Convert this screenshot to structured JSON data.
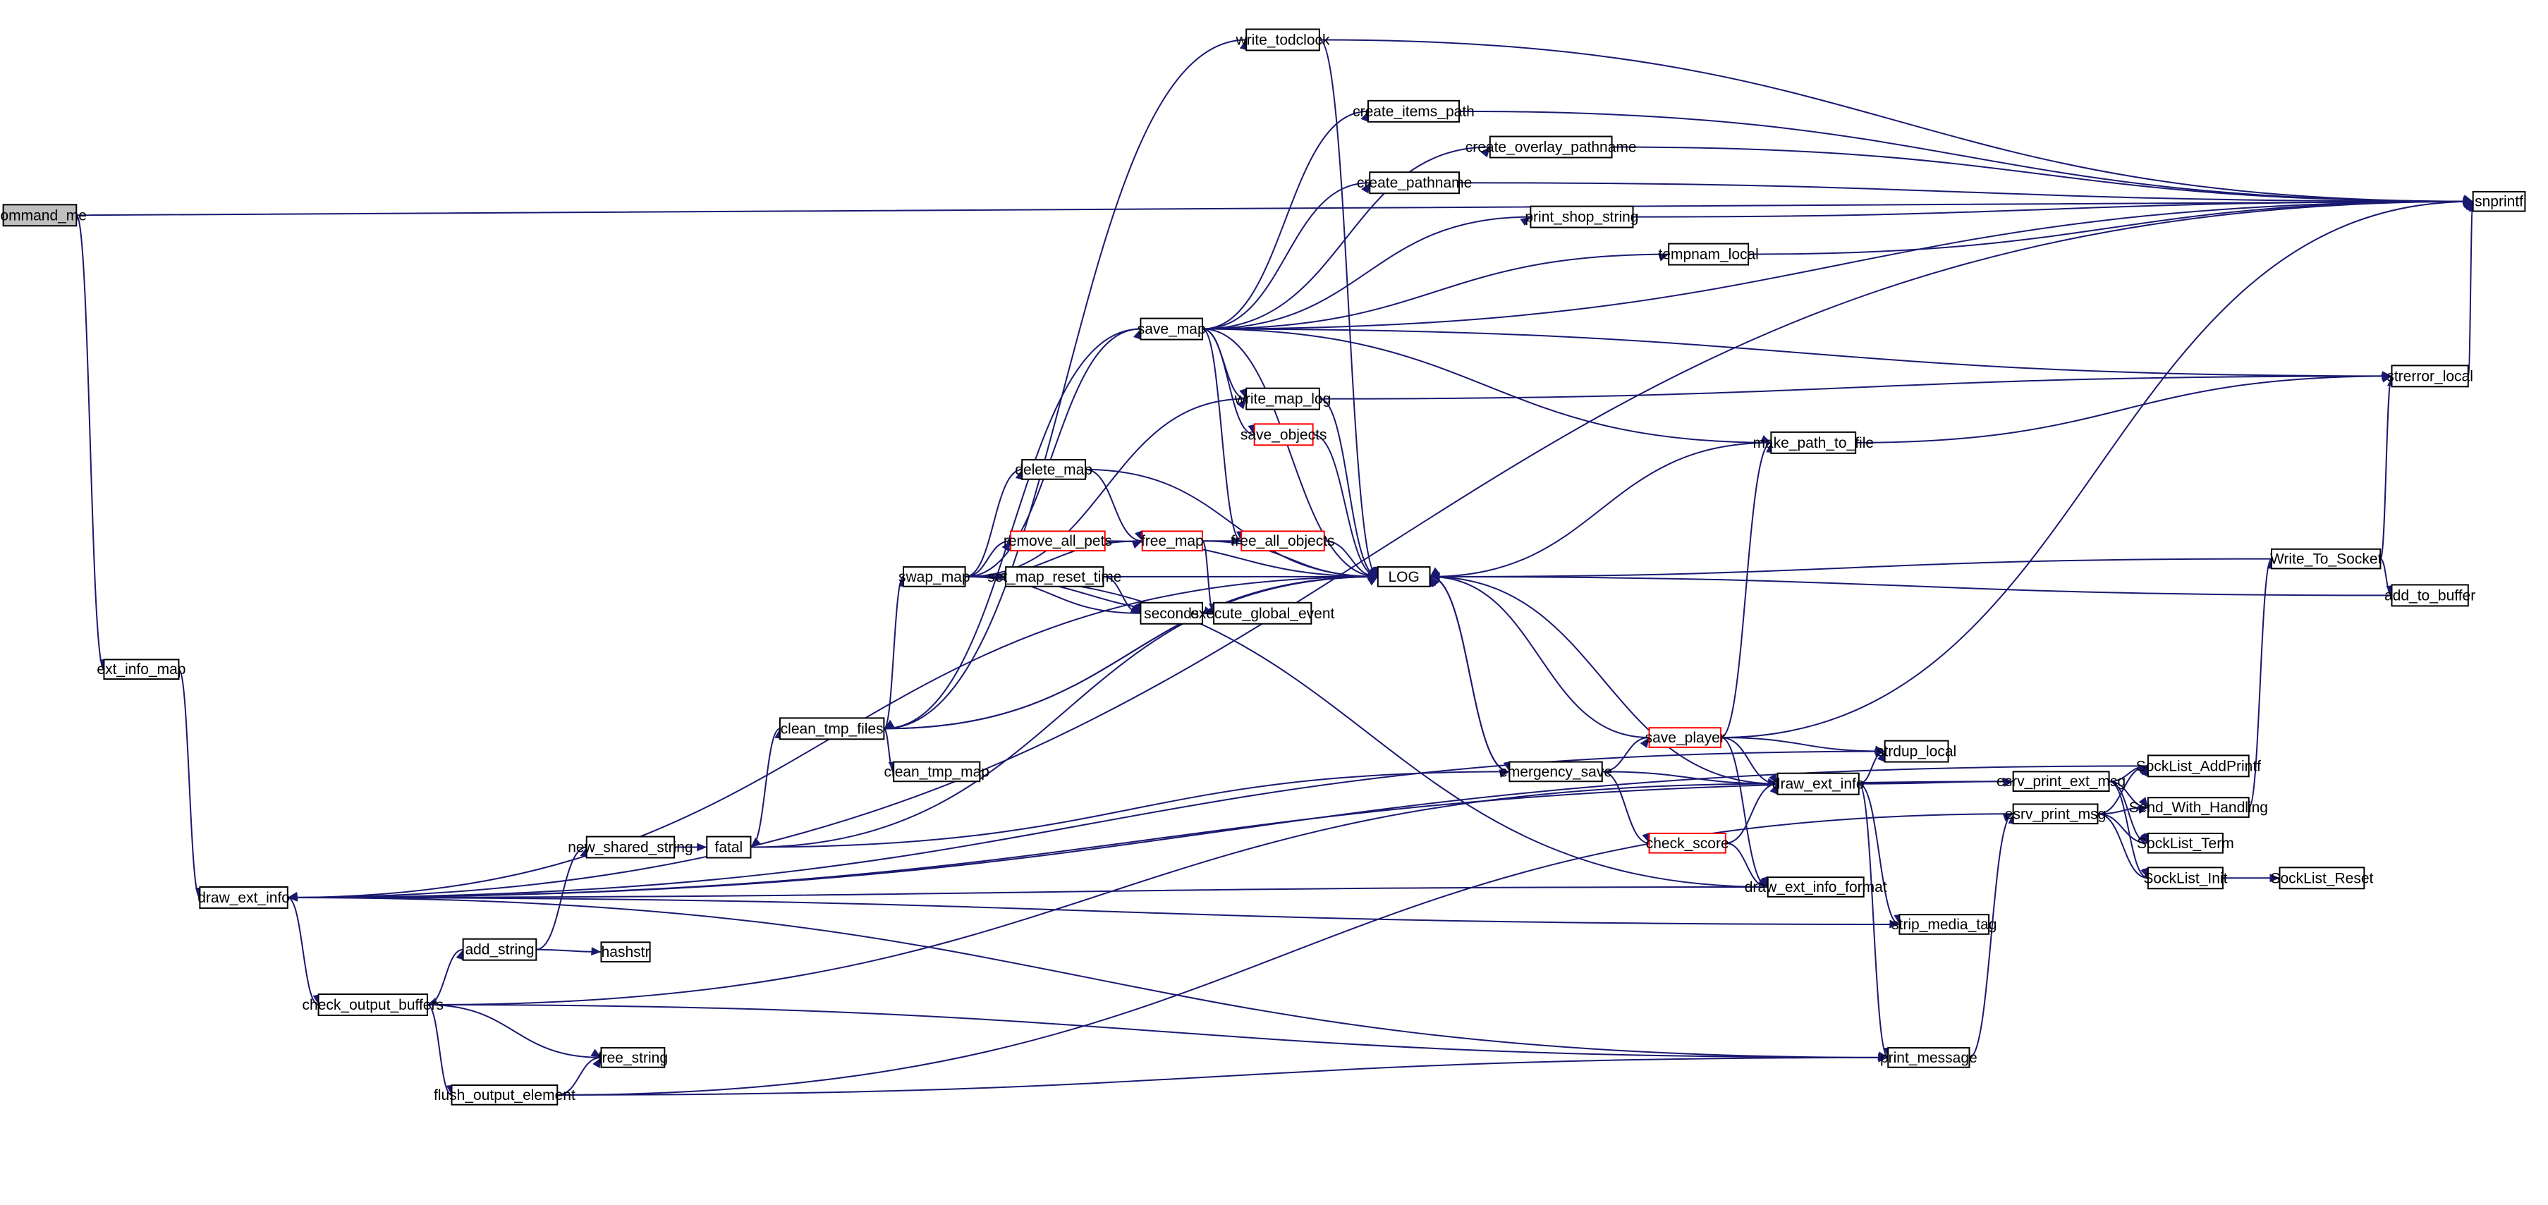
{
  "graph": {
    "title": "Call graph of command_me",
    "colors": {
      "edge": "#191970",
      "root_fill": "#bfbfbf",
      "truncated_border": "#ff0000",
      "node_border": "#000000"
    },
    "nodes": [
      {
        "id": "command_me",
        "label": "command_me",
        "style": "root"
      },
      {
        "id": "ext_info_map",
        "label": "ext_info_map"
      },
      {
        "id": "draw_ext_info_l",
        "label": "draw_ext_info"
      },
      {
        "id": "check_output_buffers",
        "label": "check_output_buffers"
      },
      {
        "id": "add_string",
        "label": "add_string"
      },
      {
        "id": "hashstr",
        "label": "hashstr"
      },
      {
        "id": "flush_output_element",
        "label": "flush_output_element"
      },
      {
        "id": "free_string",
        "label": "free_string"
      },
      {
        "id": "new_shared_string",
        "label": "new_shared_string"
      },
      {
        "id": "fatal",
        "label": "fatal"
      },
      {
        "id": "clean_tmp_files",
        "label": "clean_tmp_files"
      },
      {
        "id": "clean_tmp_map",
        "label": "clean_tmp_map"
      },
      {
        "id": "swap_map",
        "label": "swap_map"
      },
      {
        "id": "save_map",
        "label": "save_map"
      },
      {
        "id": "write_todclock",
        "label": "write_todclock"
      },
      {
        "id": "create_items_path",
        "label": "create_items_path"
      },
      {
        "id": "create_overlay_pathname",
        "label": "create_overlay_pathname"
      },
      {
        "id": "create_pathname",
        "label": "create_pathname"
      },
      {
        "id": "print_shop_string",
        "label": "print_shop_string"
      },
      {
        "id": "tempnam_local",
        "label": "tempnam_local"
      },
      {
        "id": "write_map_log",
        "label": "write_map_log"
      },
      {
        "id": "save_objects",
        "label": "save_objects",
        "style": "red"
      },
      {
        "id": "delete_map",
        "label": "delete_map"
      },
      {
        "id": "remove_all_pets",
        "label": "remove_all_pets",
        "style": "red"
      },
      {
        "id": "free_map",
        "label": "free_map",
        "style": "red"
      },
      {
        "id": "free_all_objects",
        "label": "free_all_objects",
        "style": "red"
      },
      {
        "id": "set_map_reset_time",
        "label": "set_map_reset_time"
      },
      {
        "id": "seconds",
        "label": "seconds"
      },
      {
        "id": "execute_global_event",
        "label": "execute_global_event"
      },
      {
        "id": "LOG",
        "label": "LOG"
      },
      {
        "id": "make_path_to_file",
        "label": "make_path_to_file"
      },
      {
        "id": "strerror_local",
        "label": "strerror_local"
      },
      {
        "id": "Write_To_Socket",
        "label": "Write_To_Socket"
      },
      {
        "id": "add_to_buffer",
        "label": "add_to_buffer"
      },
      {
        "id": "snprintf",
        "label": "snprintf"
      },
      {
        "id": "emergency_save",
        "label": "emergency_save"
      },
      {
        "id": "save_player",
        "label": "save_player",
        "style": "red"
      },
      {
        "id": "check_score",
        "label": "check_score",
        "style": "red"
      },
      {
        "id": "draw_ext_info_r",
        "label": "draw_ext_info"
      },
      {
        "id": "draw_ext_info_format",
        "label": "draw_ext_info_format"
      },
      {
        "id": "strdup_local",
        "label": "strdup_local"
      },
      {
        "id": "strip_media_tag",
        "label": "strip_media_tag"
      },
      {
        "id": "print_message",
        "label": "print_message"
      },
      {
        "id": "esrv_print_ext_msg",
        "label": "esrv_print_ext_msg"
      },
      {
        "id": "esrv_print_msg",
        "label": "esrv_print_msg"
      },
      {
        "id": "SockList_AddPrintf",
        "label": "SockList_AddPrintf"
      },
      {
        "id": "Send_With_Handling",
        "label": "Send_With_Handling"
      },
      {
        "id": "SockList_Term",
        "label": "SockList_Term"
      },
      {
        "id": "SockList_Init",
        "label": "SockList_Init"
      },
      {
        "id": "SockList_Reset",
        "label": "SockList_Reset"
      }
    ],
    "edges": [
      [
        "command_me",
        "snprintf"
      ],
      [
        "command_me",
        "ext_info_map"
      ],
      [
        "ext_info_map",
        "draw_ext_info_l"
      ],
      [
        "draw_ext_info_l",
        "LOG"
      ],
      [
        "draw_ext_info_l",
        "check_output_buffers"
      ],
      [
        "draw_ext_info_l",
        "snprintf"
      ],
      [
        "draw_ext_info_l",
        "strdup_local"
      ],
      [
        "draw_ext_info_l",
        "strip_media_tag"
      ],
      [
        "draw_ext_info_l",
        "print_message"
      ],
      [
        "draw_ext_info_l",
        "esrv_print_ext_msg"
      ],
      [
        "check_output_buffers",
        "add_string"
      ],
      [
        "check_output_buffers",
        "free_string"
      ],
      [
        "check_output_buffers",
        "flush_output_element"
      ],
      [
        "check_output_buffers",
        "print_message"
      ],
      [
        "add_string",
        "new_shared_string"
      ],
      [
        "add_string",
        "hashstr"
      ],
      [
        "new_shared_string",
        "fatal"
      ],
      [
        "flush_output_element",
        "free_string"
      ],
      [
        "flush_output_element",
        "print_message"
      ],
      [
        "flush_output_element",
        "esrv_print_msg"
      ],
      [
        "fatal",
        "clean_tmp_files"
      ],
      [
        "fatal",
        "emergency_save"
      ],
      [
        "clean_tmp_files",
        "write_todclock"
      ],
      [
        "clean_tmp_files",
        "save_map"
      ],
      [
        "clean_tmp_files",
        "swap_map"
      ],
      [
        "clean_tmp_files",
        "clean_tmp_map"
      ],
      [
        "clean_tmp_files",
        "LOG"
      ],
      [
        "LOG",
        "clean_tmp_files"
      ],
      [
        "LOG",
        "fatal"
      ],
      [
        "LOG",
        "emergency_save"
      ],
      [
        "swap_map",
        "save_map"
      ],
      [
        "swap_map",
        "write_map_log"
      ],
      [
        "swap_map",
        "delete_map"
      ],
      [
        "swap_map",
        "remove_all_pets"
      ],
      [
        "swap_map",
        "free_map"
      ],
      [
        "swap_map",
        "set_map_reset_time"
      ],
      [
        "swap_map",
        "seconds"
      ],
      [
        "swap_map",
        "execute_global_event"
      ],
      [
        "swap_map",
        "LOG"
      ],
      [
        "swap_map",
        "draw_ext_info_format"
      ],
      [
        "save_map",
        "snprintf"
      ],
      [
        "save_map",
        "create_items_path"
      ],
      [
        "save_map",
        "create_overlay_pathname"
      ],
      [
        "save_map",
        "create_pathname"
      ],
      [
        "save_map",
        "print_shop_string"
      ],
      [
        "save_map",
        "tempnam_local"
      ],
      [
        "save_map",
        "strerror_local"
      ],
      [
        "save_map",
        "make_path_to_file"
      ],
      [
        "save_map",
        "write_map_log"
      ],
      [
        "save_map",
        "save_objects"
      ],
      [
        "save_map",
        "free_all_objects"
      ],
      [
        "save_map",
        "LOG"
      ],
      [
        "write_todclock",
        "snprintf"
      ],
      [
        "write_todclock",
        "LOG"
      ],
      [
        "create_items_path",
        "snprintf"
      ],
      [
        "create_overlay_pathname",
        "snprintf"
      ],
      [
        "create_pathname",
        "snprintf"
      ],
      [
        "print_shop_string",
        "snprintf"
      ],
      [
        "tempnam_local",
        "snprintf"
      ],
      [
        "write_map_log",
        "LOG"
      ],
      [
        "write_map_log",
        "strerror_local"
      ],
      [
        "save_objects",
        "LOG"
      ],
      [
        "delete_map",
        "free_map"
      ],
      [
        "delete_map",
        "LOG"
      ],
      [
        "remove_all_pets",
        "LOG"
      ],
      [
        "free_map",
        "free_all_objects"
      ],
      [
        "free_map",
        "LOG"
      ],
      [
        "free_map",
        "execute_global_event"
      ],
      [
        "free_all_objects",
        "LOG"
      ],
      [
        "set_map_reset_time",
        "seconds"
      ],
      [
        "make_path_to_file",
        "LOG"
      ],
      [
        "make_path_to_file",
        "strerror_local"
      ],
      [
        "strerror_local",
        "snprintf"
      ],
      [
        "Write_To_Socket",
        "LOG"
      ],
      [
        "Write_To_Socket",
        "add_to_buffer"
      ],
      [
        "Write_To_Socket",
        "strerror_local"
      ],
      [
        "add_to_buffer",
        "LOG"
      ],
      [
        "emergency_save",
        "LOG"
      ],
      [
        "emergency_save",
        "save_player"
      ],
      [
        "emergency_save",
        "check_score"
      ],
      [
        "emergency_save",
        "draw_ext_info_r"
      ],
      [
        "save_player",
        "LOG"
      ],
      [
        "save_player",
        "make_path_to_file"
      ],
      [
        "save_player",
        "draw_ext_info_r"
      ],
      [
        "save_player",
        "draw_ext_info_format"
      ],
      [
        "save_player",
        "snprintf"
      ],
      [
        "save_player",
        "strdup_local"
      ],
      [
        "check_score",
        "draw_ext_info_r"
      ],
      [
        "check_score",
        "draw_ext_info_format"
      ],
      [
        "draw_ext_info_r",
        "LOG"
      ],
      [
        "draw_ext_info_r",
        "strdup_local"
      ],
      [
        "draw_ext_info_r",
        "strip_media_tag"
      ],
      [
        "draw_ext_info_r",
        "print_message"
      ],
      [
        "draw_ext_info_r",
        "esrv_print_ext_msg"
      ],
      [
        "draw_ext_info_r",
        "check_output_buffers"
      ],
      [
        "draw_ext_info_format",
        "draw_ext_info_l"
      ],
      [
        "print_message",
        "esrv_print_msg"
      ],
      [
        "esrv_print_ext_msg",
        "SockList_AddPrintf"
      ],
      [
        "esrv_print_ext_msg",
        "Send_With_Handling"
      ],
      [
        "esrv_print_ext_msg",
        "SockList_Term"
      ],
      [
        "esrv_print_ext_msg",
        "SockList_Init"
      ],
      [
        "esrv_print_msg",
        "SockList_AddPrintf"
      ],
      [
        "esrv_print_msg",
        "Send_With_Handling"
      ],
      [
        "esrv_print_msg",
        "SockList_Term"
      ],
      [
        "esrv_print_msg",
        "SockList_Init"
      ],
      [
        "SockList_AddPrintf",
        "draw_ext_info_l"
      ],
      [
        "Send_With_Handling",
        "Write_To_Socket"
      ],
      [
        "SockList_Init",
        "SockList_Reset"
      ]
    ]
  }
}
